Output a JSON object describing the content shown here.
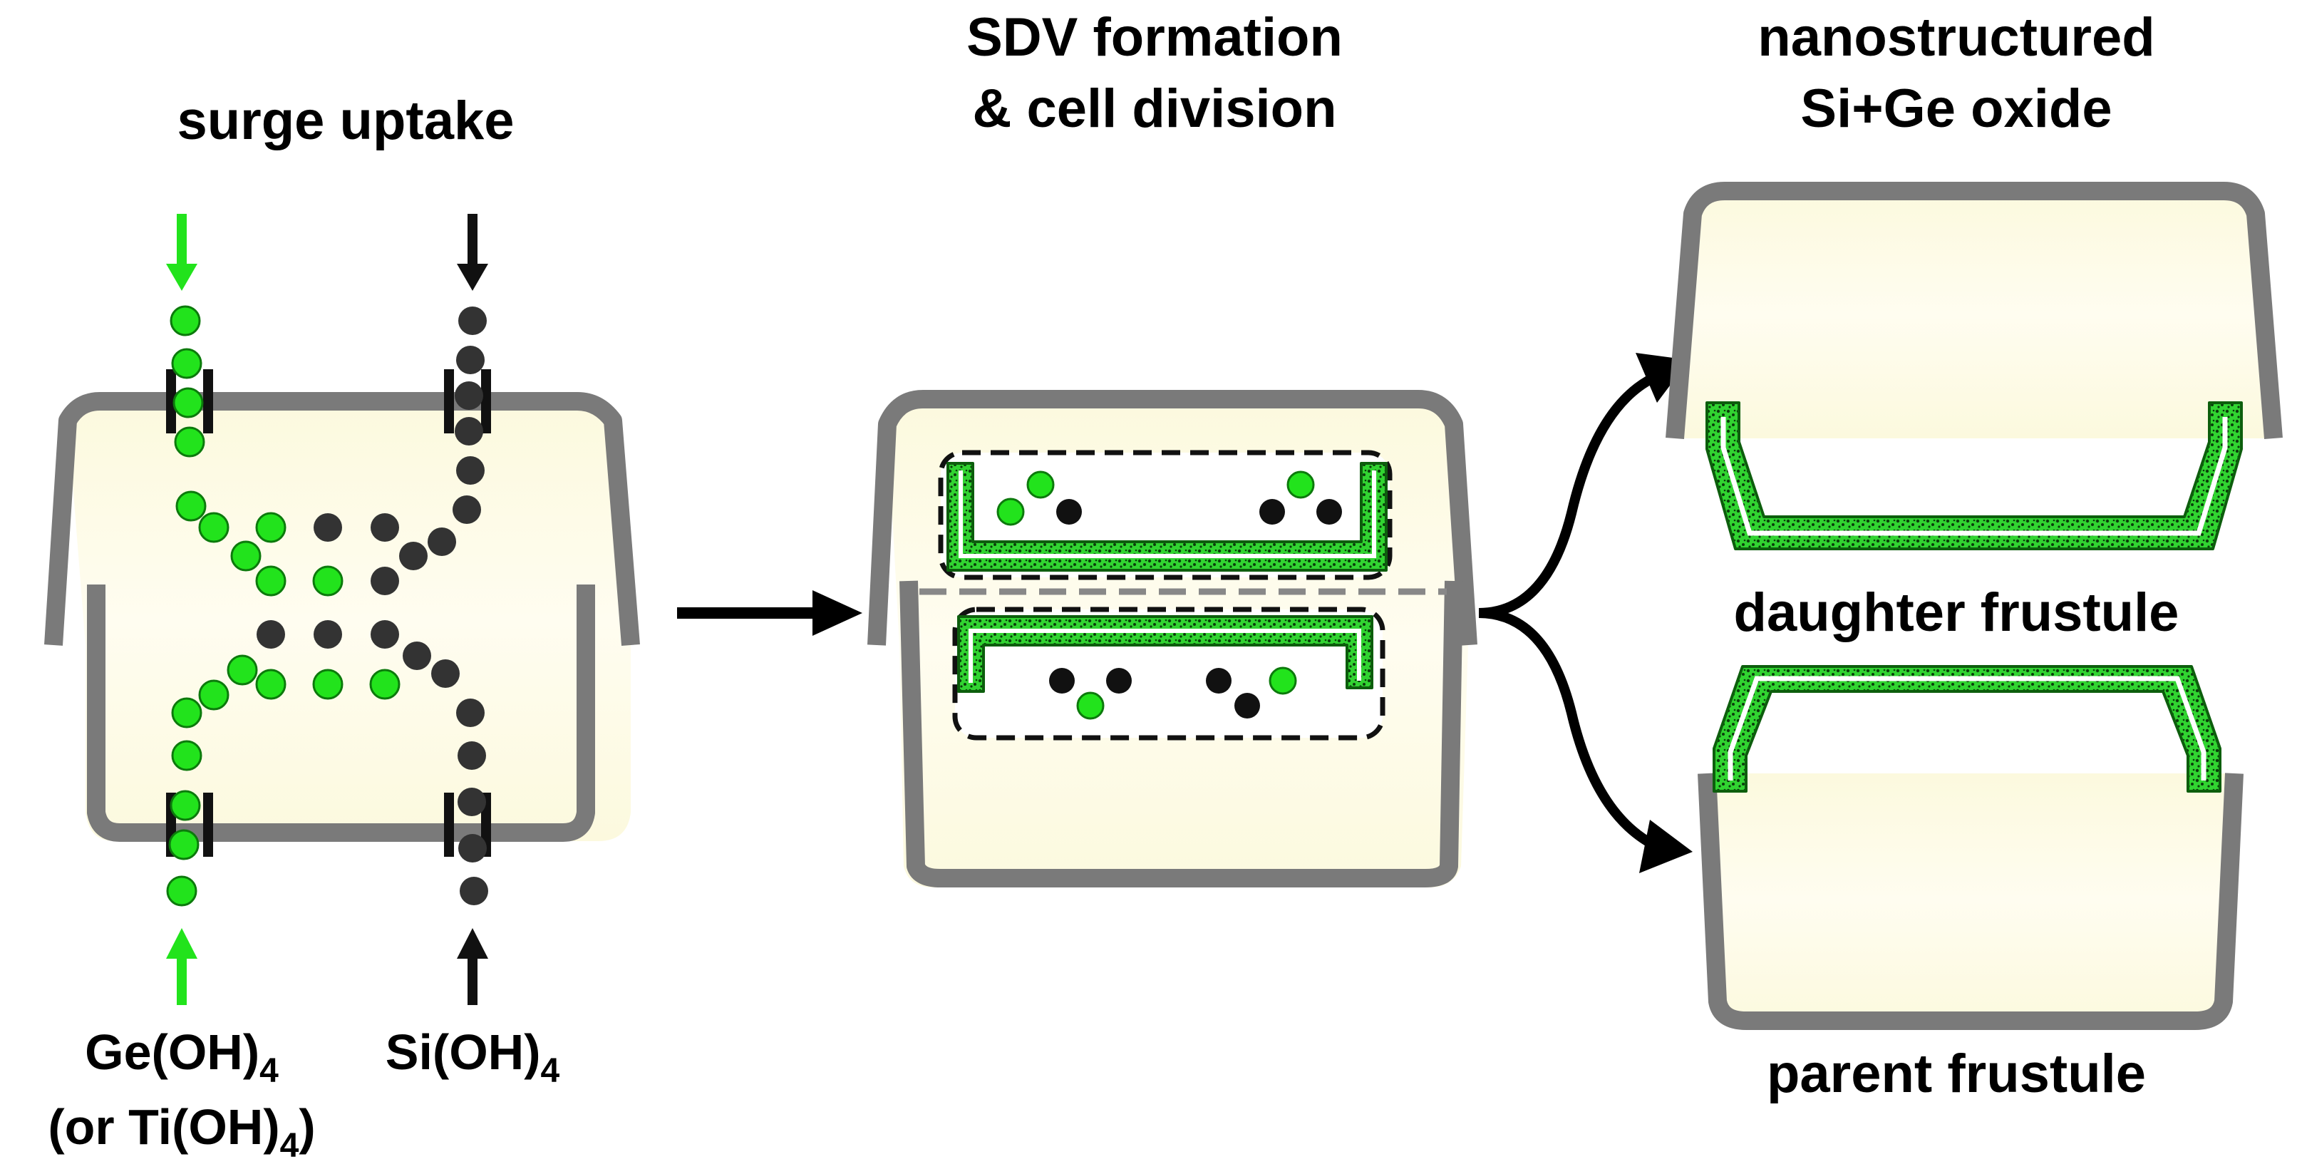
{
  "panels": {
    "uptake": {
      "title": "surge uptake"
    },
    "sdv": {
      "title_line1": "SDV formation",
      "title_line2": "& cell division"
    },
    "oxide": {
      "title_line1": "nanostructured",
      "title_line2": "Si+Ge oxide"
    }
  },
  "labels": {
    "ge": {
      "base": "Ge(OH)",
      "sub": "4"
    },
    "ti": {
      "prefix": "(or Ti(OH)",
      "sub": "4",
      "suffix": ")"
    },
    "si": {
      "base": "Si(OH)",
      "sub": "4"
    },
    "daughter": "daughter frustule",
    "parent": "parent frustule"
  },
  "colors": {
    "ge_green": "#22e31c",
    "si_dark": "#333333",
    "shell_gray": "#7a7a7a",
    "cytoplasm": "#fdfbe6",
    "deposit_green": "#2bc92b"
  },
  "icons": {
    "transporter": "transporter-icon",
    "arrow": "arrow-icon",
    "sdv": "sdv-vesicle-icon"
  }
}
